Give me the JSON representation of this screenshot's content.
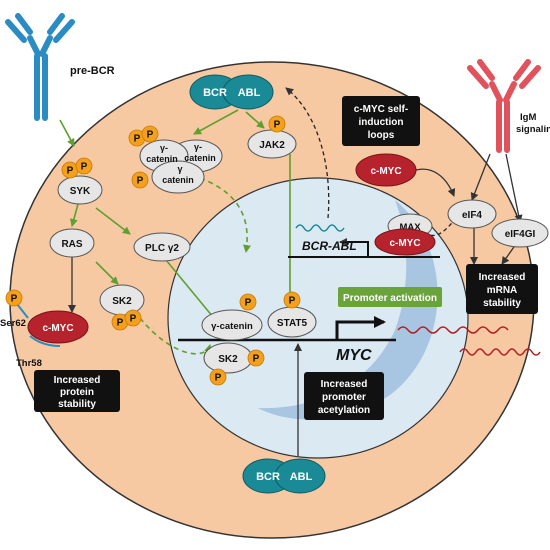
{
  "receptors": {
    "pre_bcr": "pre-BCR",
    "igm_line1": "IgM",
    "igm_line2": "signalin"
  },
  "proteins": {
    "bcr": "BCR",
    "abl": "ABL",
    "syk": "SYK",
    "ras": "RAS",
    "plc": "PLC γ2",
    "sk2": "SK2",
    "jak2": "JAK2",
    "stat5": "STAT5",
    "gamma_catenin": "γ-catenin",
    "gamma_prefix": "γ-",
    "catenin": "catenin",
    "gamma": "γ",
    "cmyc": "c-MYC",
    "max": "MAX",
    "eif4": "eIF4",
    "eif4gi": "eIF4GI",
    "phospho": "P",
    "ser62": "Ser62",
    "thr58": "Thr58"
  },
  "genes": {
    "myc": "MYC",
    "bcr_abl": "BCR-ABL"
  },
  "boxes": {
    "protein_stability": [
      "Increased",
      "protein",
      "stability"
    ],
    "self_induction": [
      "c-MYC self-",
      "induction",
      "loops"
    ],
    "mrna_stability": [
      "Increased",
      "mRNA",
      "stability"
    ],
    "promoter_acetylation": [
      "Increased",
      "promoter",
      "acetylation"
    ],
    "promoter_activation": "Promoter activation"
  },
  "colors": {
    "cell_fill": "#f7c9a3",
    "cell_stroke": "#333333",
    "nucleus_fill": "#dbe9f3",
    "chromatin": "#9fc0de",
    "teal": "#1a8a96",
    "red": "#b7232d",
    "grey_protein": "#e6e6e6",
    "phospho": "#f5a01c",
    "green_arrow": "#5f9e2f",
    "green_box": "#6aa33a",
    "receptor_blue": "#2b8cc4",
    "receptor_red": "#e0535c",
    "mrna": "#b51c20"
  }
}
